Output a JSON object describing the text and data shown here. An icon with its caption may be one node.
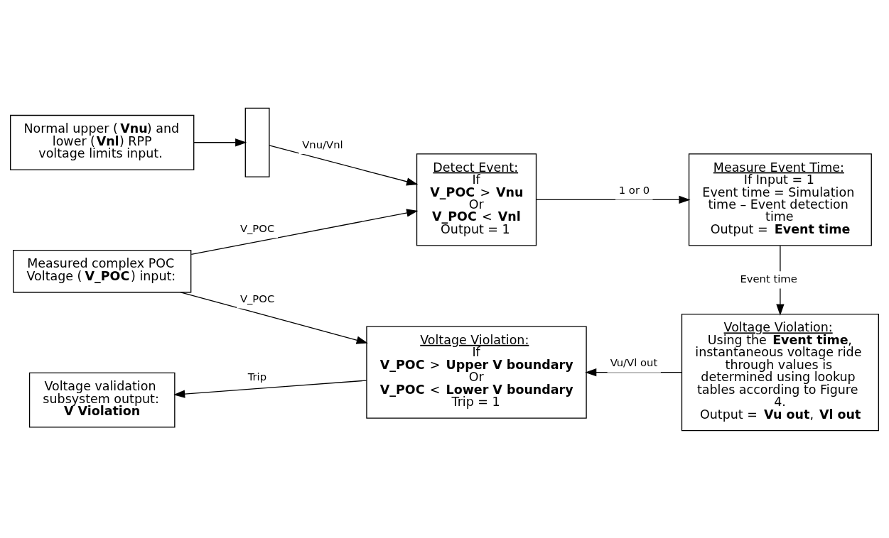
{
  "diagram": {
    "nodes": [
      {
        "text": [
          "Normal upper (**Vnu**) and lower (**Vnl**) RPP voltage limits input."
        ]
      },
      {
        "text": [],
        "shape": "box"
      },
      {
        "text": [
          "Detect Event:",
          "If",
          "**V_POC** > **Vnu**",
          "Or",
          "**V_POC** < **Vnl**",
          "Output = 1"
        ]
      },
      {
        "text": [
          "Measure Event Time:",
          "If Input = 1",
          "Event time = Simulation time – Event detection time",
          "Output = **Event time**"
        ]
      },
      {
        "text": [
          "Measured complex POC Voltage (**V_POC**) input:"
        ]
      },
      {
        "text": [
          "Voltage Violation:",
          "If",
          "**V_POC** > **Upper V boundary**",
          "Or",
          "**V_POC** < **Lower V boundary**",
          "Trip = 1"
        ]
      },
      {
        "text": [
          "Voltage Violation:",
          "Using the **Event time**, instantaneous voltage ride through values is determined using lookup tables according to Figure 4.",
          "Output = **Vu out**, **Vl out**"
        ]
      },
      {
        "text": [
          "Voltage validation subsystem output:",
          "**V Violation**"
        ]
      }
    ],
    "edges": [
      {
        "from": 0,
        "to": 1,
        "arrow": "to"
      },
      {
        "from": 1,
        "to": 2,
        "arrow": "to",
        "label": "Vnu/Vnl"
      },
      {
        "from": 2,
        "to": 3,
        "arrow": "to",
        "label": "1 or 0"
      },
      {
        "from": 4,
        "to": 2,
        "arrow": "to",
        "label": "V_POC"
      },
      {
        "from": 4,
        "to": 5,
        "arrow": "to",
        "label": "V_POC"
      },
      {
        "from": 3,
        "to": 6,
        "arrow": "to",
        "label": "Event time"
      },
      {
        "from": 6,
        "to": 5,
        "arrow": "to",
        "label": "Vu/Vl out"
      },
      {
        "from": 5,
        "to": 7,
        "arrow": "to",
        "label": "Trip"
      }
    ]
  }
}
